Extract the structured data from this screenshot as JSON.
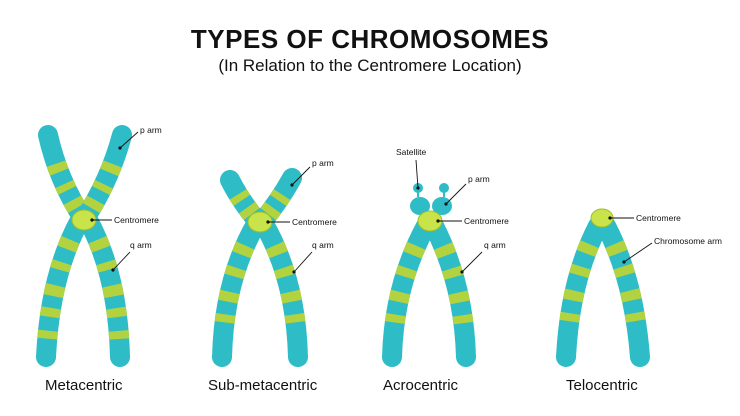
{
  "header": {
    "title": "TYPES OF CHROMOSOMES",
    "subtitle": "(In Relation to the Centromere Location)"
  },
  "colors": {
    "arm": "#2ebcc6",
    "arm_highlight": "#6ad8de",
    "band": "#b2d33f",
    "centromere": "#c9e34a",
    "line": "#111111"
  },
  "chromosomes": [
    {
      "name": "Metacentric",
      "labels": {
        "p": "p arm",
        "centromere": "Centromere",
        "q": "q arm"
      }
    },
    {
      "name": "Sub-metacentric",
      "labels": {
        "p": "p arm",
        "centromere": "Centromere",
        "q": "q arm"
      }
    },
    {
      "name": "Acrocentric",
      "labels": {
        "satellite": "Satellite",
        "p": "p arm",
        "centromere": "Centromere",
        "q": "q arm"
      }
    },
    {
      "name": "Telocentric",
      "labels": {
        "centromere": "Centromere",
        "arm": "Chromosome arm"
      }
    }
  ]
}
